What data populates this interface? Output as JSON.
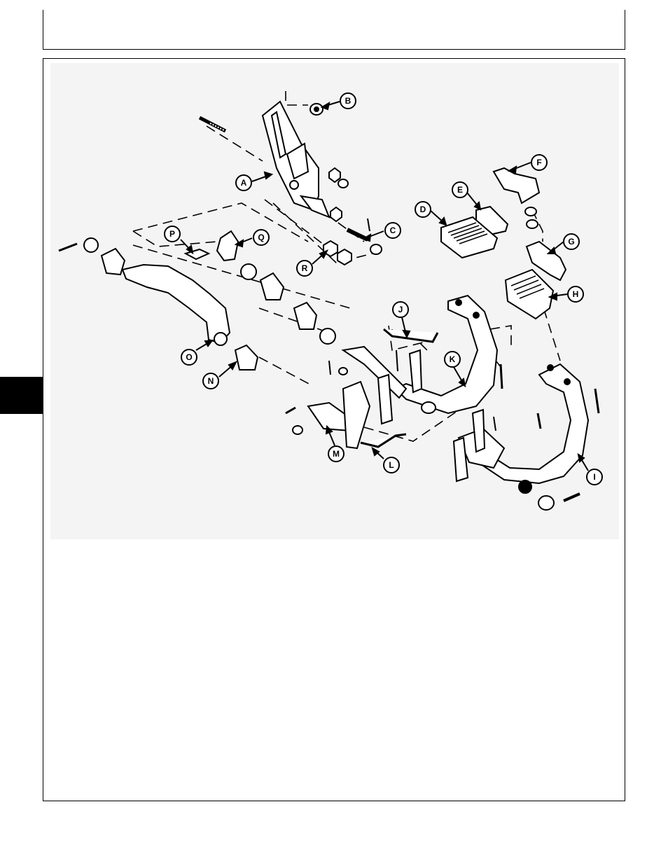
{
  "callouts": {
    "A": "A",
    "B": "B",
    "C": "C",
    "D": "D",
    "E": "E",
    "F": "F",
    "G": "G",
    "H": "H",
    "I": "I",
    "J": "J",
    "K": "K",
    "L": "L",
    "M": "M",
    "N": "N",
    "O": "O",
    "P": "P",
    "Q": "Q",
    "R": "R"
  },
  "colors": {
    "ink": "#000000",
    "tab": "#000000",
    "paper": "#ffffff",
    "wash": "#f2f2f2"
  }
}
